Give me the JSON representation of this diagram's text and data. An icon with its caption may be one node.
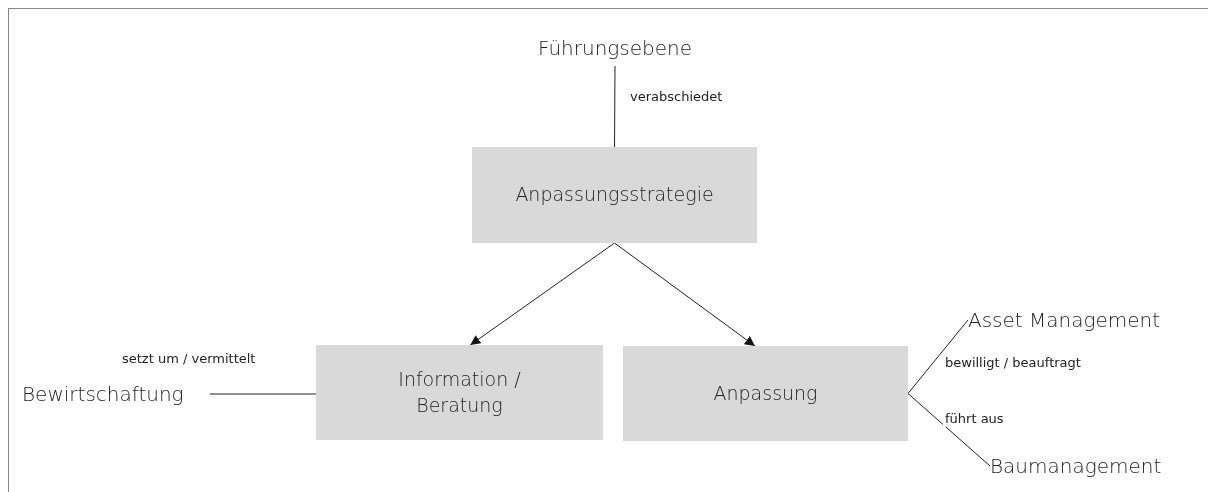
{
  "diagram": {
    "nodes": [
      {
        "text": [
          "Führungsebene"
        ]
      },
      {
        "text": [
          "Anpassungsstrategie"
        ]
      },
      {
        "text": [
          "Bewirtschaftung"
        ]
      },
      {
        "text": [
          "Information / Beratung"
        ]
      },
      {
        "text": [
          "Anpassung"
        ]
      },
      {
        "text": [
          "Asset Management"
        ]
      },
      {
        "text": [
          "Baumanagement"
        ]
      }
    ],
    "edges": [
      {
        "from": 0,
        "to": 1,
        "arrow": "none",
        "label": "verabschiedet"
      },
      {
        "from": 1,
        "to": 3,
        "arrow": "to"
      },
      {
        "from": 1,
        "to": 4,
        "arrow": "to"
      },
      {
        "from": 2,
        "to": 3,
        "arrow": "none",
        "label": "setzt um / vermittelt"
      },
      {
        "from": 4,
        "to": 5,
        "arrow": "none",
        "label": "bewilligt / beauftragt"
      },
      {
        "from": 4,
        "to": 6,
        "arrow": "none",
        "label": "führt aus"
      }
    ]
  }
}
